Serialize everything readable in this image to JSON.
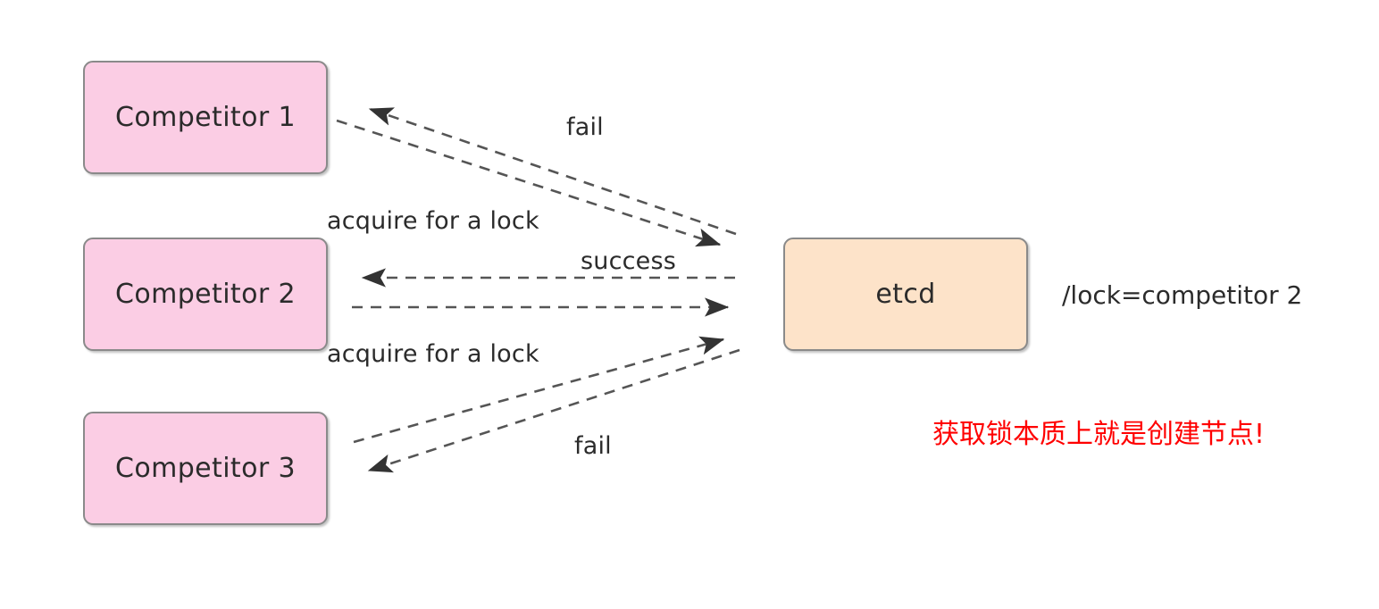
{
  "diagram": {
    "title": "etcd distributed lock acquisition",
    "type": "sequence-style flow diagram",
    "background_color": "#ffffff"
  },
  "colors": {
    "competitor_fill": "#FBCDE4",
    "etcd_fill": "#FDE3C9",
    "node_border": "#8a8a8a",
    "edge_stroke": "#555555",
    "text": "#2b2b2b",
    "red_note": "#FF0000"
  },
  "nodes": [
    {
      "id": "competitor-1",
      "label": "Competitor 1",
      "kind": "competitor"
    },
    {
      "id": "competitor-2",
      "label": "Competitor 2",
      "kind": "competitor"
    },
    {
      "id": "competitor-3",
      "label": "Competitor 3",
      "kind": "competitor"
    },
    {
      "id": "etcd",
      "label": "etcd",
      "kind": "store"
    }
  ],
  "edges": [
    {
      "id": "e1",
      "from": "competitor-1",
      "to": "etcd",
      "label": "acquire for a lock",
      "style": "dashed",
      "direction": "right"
    },
    {
      "id": "e2",
      "from": "etcd",
      "to": "competitor-1",
      "label": "fail",
      "style": "dashed",
      "direction": "left"
    },
    {
      "id": "e3",
      "from": "etcd",
      "to": "competitor-2",
      "label": "success",
      "style": "dashed",
      "direction": "left"
    },
    {
      "id": "e4",
      "from": "competitor-2",
      "to": "etcd",
      "label": "acquire for a lock",
      "style": "dashed",
      "direction": "right"
    },
    {
      "id": "e5",
      "from": "competitor-3",
      "to": "etcd",
      "label": "acquire for a lock",
      "style": "dashed",
      "direction": "right"
    },
    {
      "id": "e6",
      "from": "etcd",
      "to": "competitor-3",
      "label": "fail",
      "style": "dashed",
      "direction": "left"
    }
  ],
  "labels": {
    "fail_top": "fail",
    "acquire_top": "acquire for a lock",
    "success": "success",
    "acquire_bottom": "acquire for a lock",
    "fail_bottom": "fail"
  },
  "annotations": {
    "lock_key": "/lock=competitor 2",
    "red_note": "获取锁本质上就是创建节点!"
  }
}
